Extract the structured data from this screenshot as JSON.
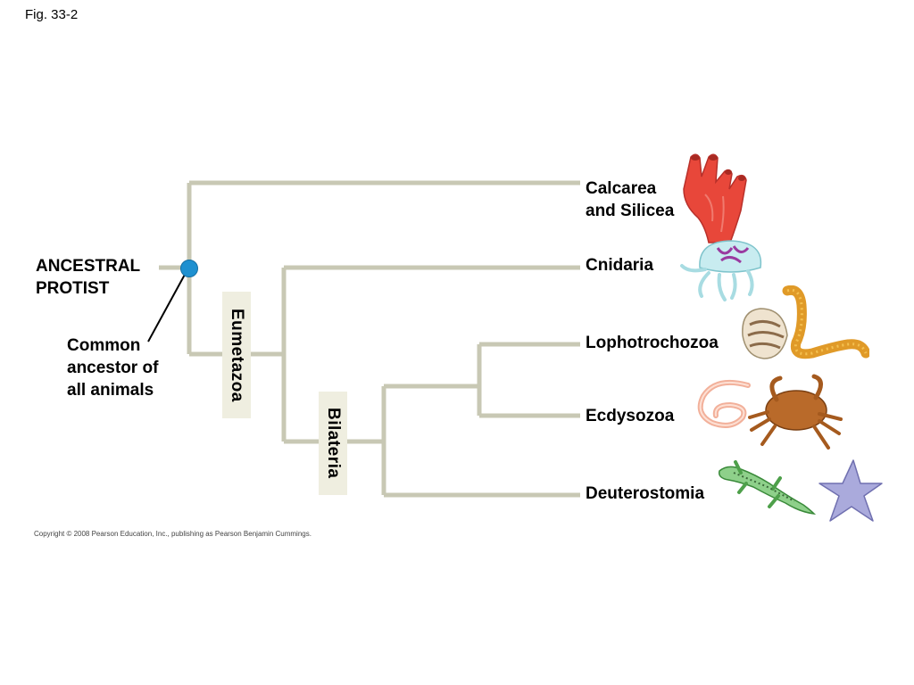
{
  "figure": {
    "label": "Fig. 33-2"
  },
  "root": {
    "label_line1": "ANCESTRAL",
    "label_line2": "PROTIST"
  },
  "common_ancestor": {
    "line1": "Common",
    "line2": "ancestor of",
    "line3": "all animals"
  },
  "clades": {
    "eumetazoa": "Eumetazoa",
    "bilateria": "Bilateria"
  },
  "taxa": [
    {
      "line1": "Calcarea",
      "line2": "and Silicea",
      "icon": "sponge-icon"
    },
    {
      "line1": "Cnidaria",
      "icon": "jellyfish-icon"
    },
    {
      "line1": "Lophotrochozoa",
      "icon": "clam-and-worm-icon"
    },
    {
      "line1": "Ecdysozoa",
      "icon": "nematode-and-crab-icon"
    },
    {
      "line1": "Deuterostomia",
      "icon": "lizard-and-sea-star-icon"
    }
  ],
  "copyright": "Copyright © 2008 Pearson Education, Inc., publishing as Pearson Benjamin Cummings.",
  "colors": {
    "branch": "#c8c8b4",
    "ancestor_node": "#1e90d0",
    "clade_box": "#efeee0"
  }
}
